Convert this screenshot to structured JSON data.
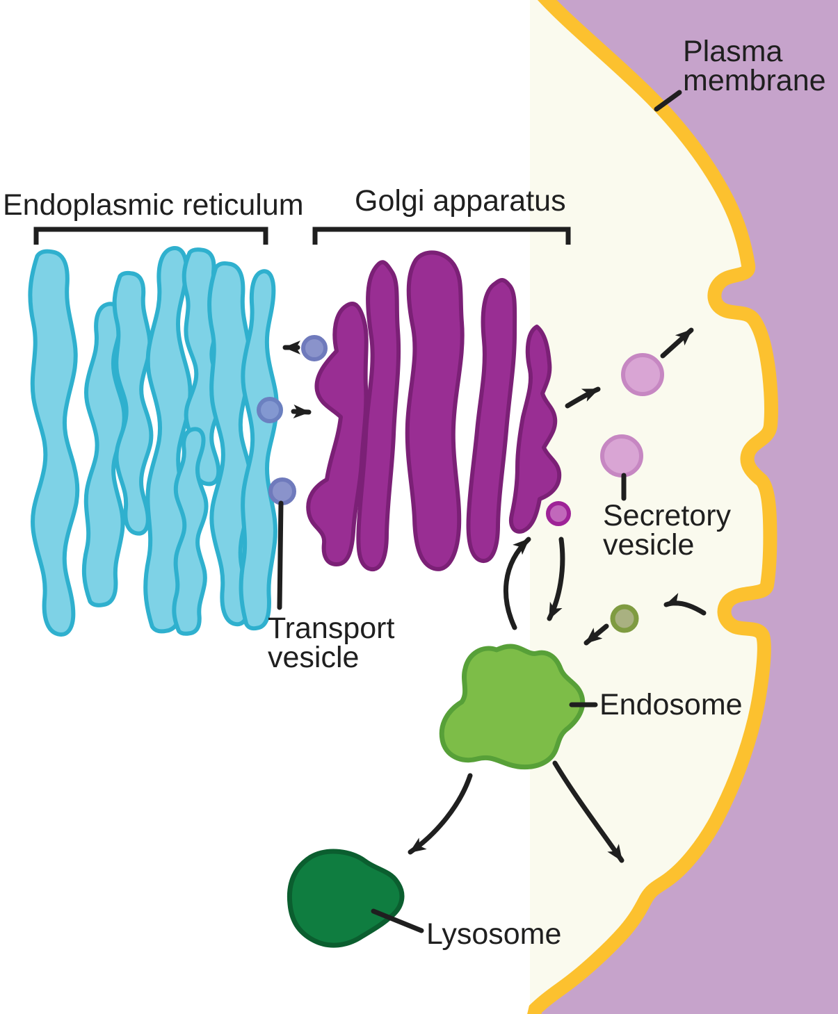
{
  "labels": {
    "plasma_membrane": {
      "line1": "Plasma",
      "line2": "membrane"
    },
    "endoplasmic_reticulum": "Endoplasmic reticulum",
    "golgi_apparatus": "Golgi apparatus",
    "transport_vesicle": {
      "line1": "Transport",
      "line2": "vesicle"
    },
    "secretory_vesicle": {
      "line1": "Secretory",
      "line2": "vesicle"
    },
    "endosome": "Endosome",
    "lysosome": "Lysosome"
  },
  "colors": {
    "page_background": "#ffffff",
    "cell_interior": "#fafaee",
    "extracellular": "#c6a3cb",
    "membrane": "#fcc12f",
    "er_fill": "#7ed2e6",
    "er_stroke": "#2fb0ce",
    "golgi_fill": "#992e93",
    "golgi_stroke": "#7b2076",
    "transport_vesicle_fill": "#8a93cb",
    "transport_vesicle_stroke": "#6f7abc",
    "er_to_golgi_vesicle_fill": "#8398d1",
    "er_to_golgi_vesicle_stroke": "#6b80c0",
    "secretory_vesicle_fill": "#d9a5d4",
    "secretory_vesicle_stroke": "#c687c2",
    "budding_vesicle_fill": "#c168bb",
    "budding_vesicle_stroke": "#9e2397",
    "endocytic_vesicle_fill": "#a9b181",
    "endocytic_vesicle_stroke": "#7f9b41",
    "endosome_fill": "#7dbd48",
    "endosome_stroke": "#57a038",
    "lysosome_fill": "#0f7d40",
    "lysosome_stroke": "#0b5e2f",
    "annotation": "#1f1f1f"
  }
}
